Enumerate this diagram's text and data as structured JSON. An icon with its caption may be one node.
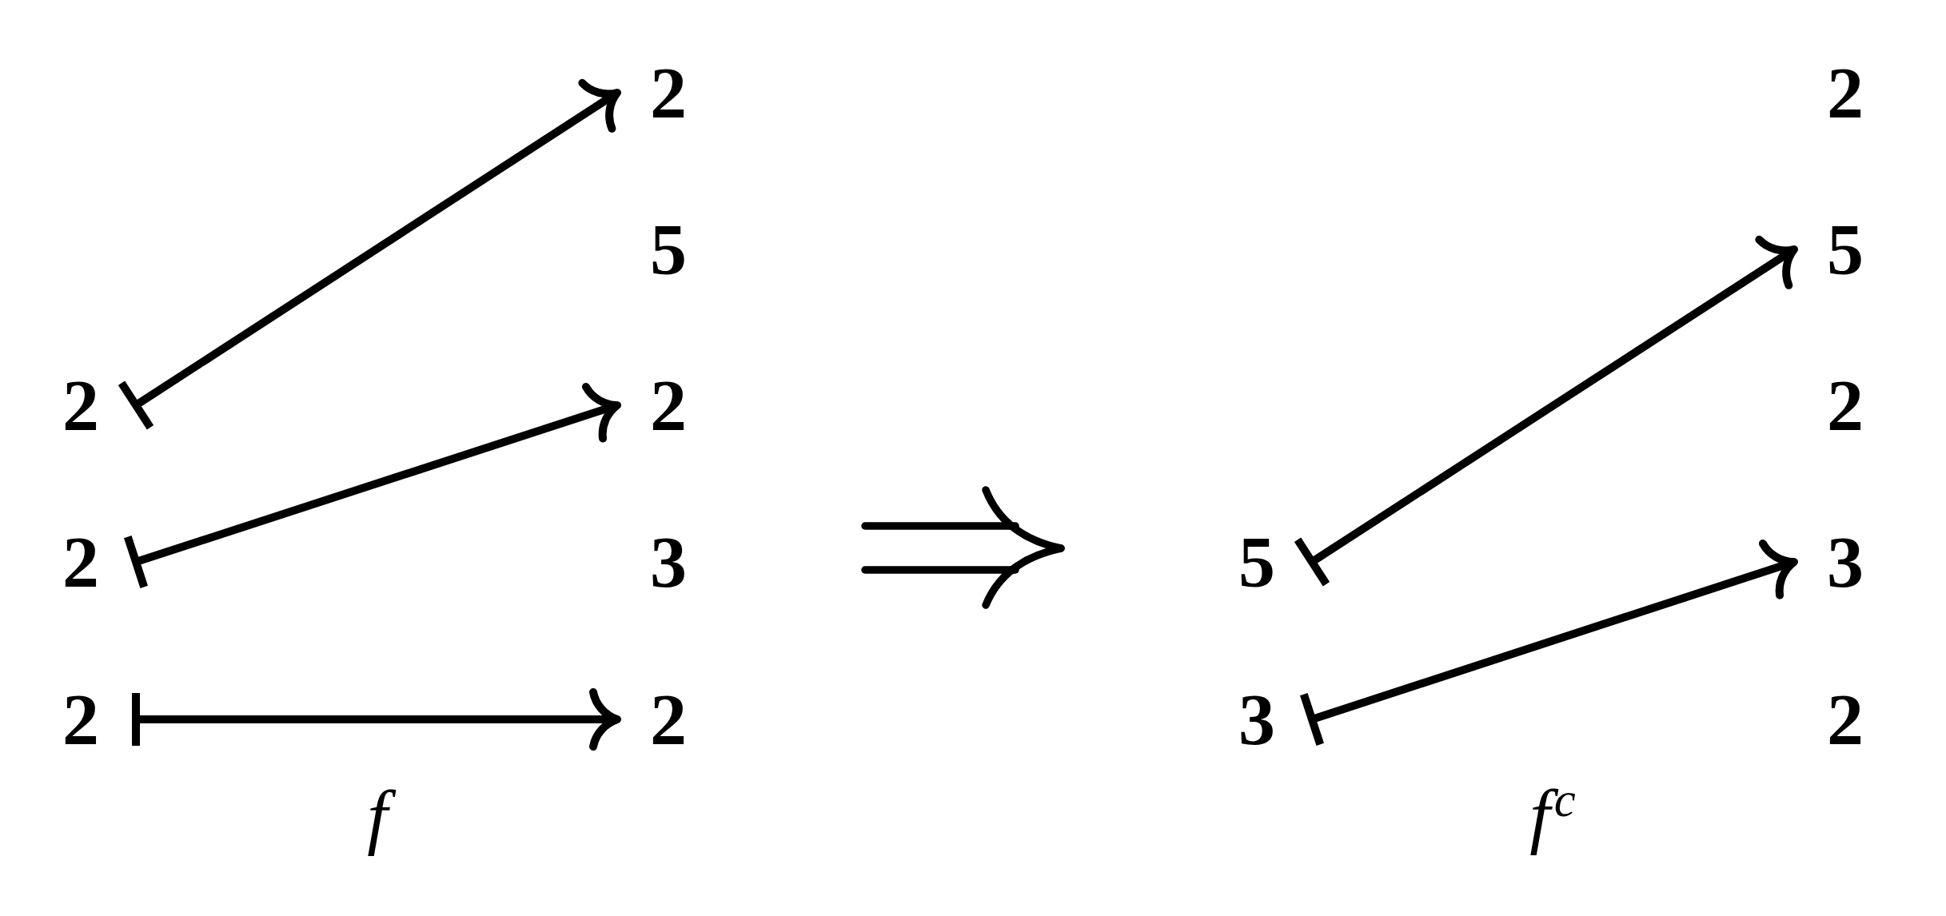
{
  "diagram": {
    "nodes": [
      {
        "text": [
          "2"
        ]
      },
      {
        "text": [
          "2"
        ]
      },
      {
        "text": [
          "2"
        ]
      },
      {
        "text": [
          "2"
        ]
      },
      {
        "text": [
          "5"
        ]
      },
      {
        "text": [
          "2"
        ]
      },
      {
        "text": [
          "3"
        ]
      },
      {
        "text": [
          "2"
        ]
      },
      {
        "text": [
          "5"
        ]
      },
      {
        "text": [
          "3"
        ]
      },
      {
        "text": [
          "2"
        ]
      },
      {
        "text": [
          "5"
        ]
      },
      {
        "text": [
          "2"
        ]
      },
      {
        "text": [
          "3"
        ]
      },
      {
        "text": [
          "2"
        ]
      }
    ],
    "edges": [
      {
        "from": 0,
        "to": 3,
        "arrow": "to"
      },
      {
        "from": 1,
        "to": 5,
        "arrow": "to"
      },
      {
        "from": 2,
        "to": 7,
        "arrow": "to"
      },
      {
        "from": 8,
        "to": 11,
        "arrow": "to"
      },
      {
        "from": 9,
        "to": 13,
        "arrow": "to"
      }
    ],
    "labels": [
      "f",
      "f$^{c}$"
    ]
  }
}
